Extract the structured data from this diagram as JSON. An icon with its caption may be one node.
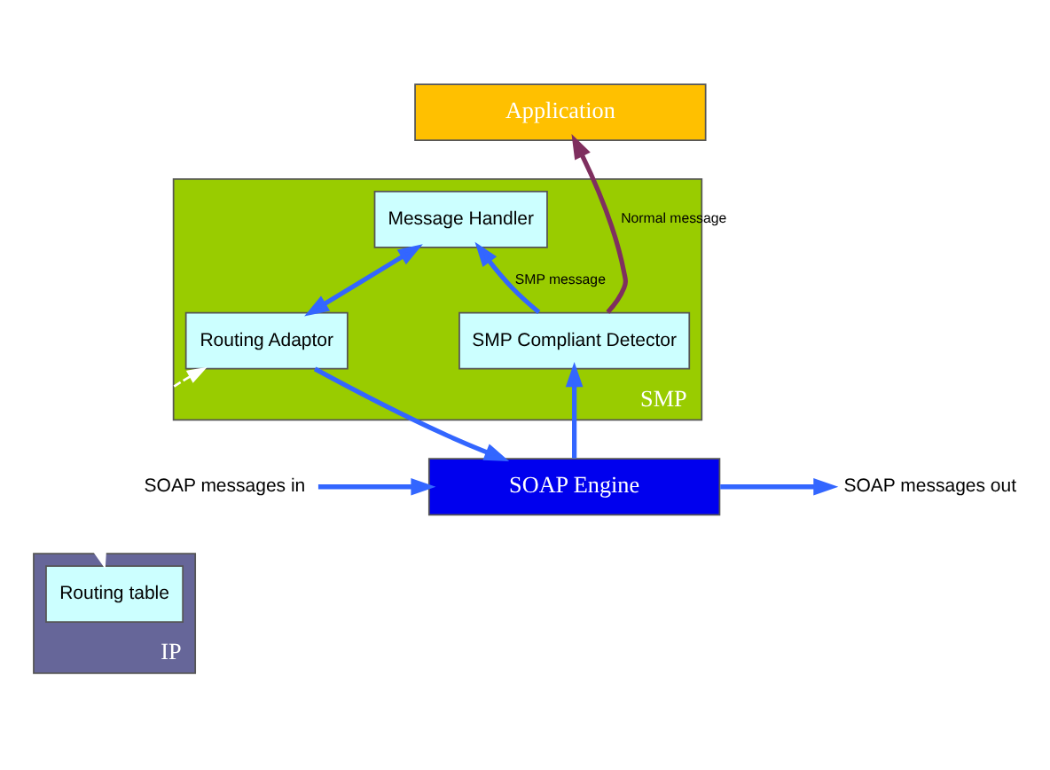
{
  "diagram": {
    "nodes": [
      {
        "text": [
          "Application"
        ]
      },
      {
        "text": [
          "SMP"
        ]
      },
      {
        "text": [
          "Message Handler"
        ],
        "in": 1
      },
      {
        "text": [
          "SMP Compliant Detector"
        ],
        "in": 1
      },
      {
        "text": [
          "Routing Adaptor"
        ],
        "in": 1
      },
      {
        "text": [
          "SOAP Engine"
        ]
      },
      {
        "text": [
          "IP"
        ]
      },
      {
        "text": [
          "Routing table"
        ],
        "in": 6
      },
      {
        "text": [
          "SOAP messages in"
        ]
      },
      {
        "text": [
          "SOAP messages out"
        ]
      }
    ],
    "edges": [
      {
        "from": 8,
        "to": 5,
        "arrow": "to"
      },
      {
        "from": 5,
        "to": 9,
        "arrow": "to"
      },
      {
        "from": 5,
        "to": 3,
        "arrow": "to"
      },
      {
        "from": 3,
        "to": 2,
        "arrow": "to",
        "label": "SMP message"
      },
      {
        "from": 3,
        "to": 0,
        "arrow": "to",
        "label": "Normal message",
        "color": "#7f2f5f"
      },
      {
        "from": 2,
        "to": 4,
        "arrow": "both"
      },
      {
        "from": 4,
        "to": 5,
        "arrow": "to"
      },
      {
        "from": 7,
        "to": 4,
        "arrow": "both",
        "style": "dashed",
        "color": "#ffffff"
      }
    ]
  }
}
